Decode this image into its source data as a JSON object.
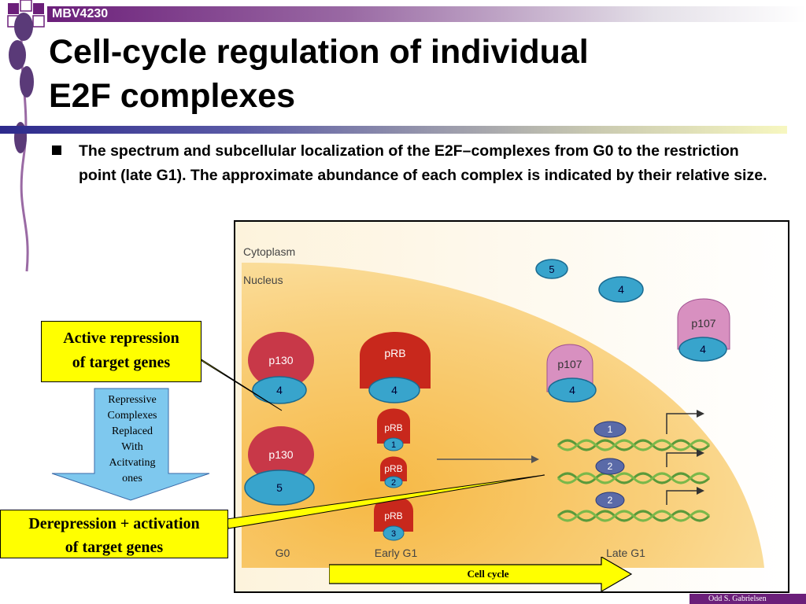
{
  "header": {
    "course_code": "MBV4230",
    "title_line1": "Cell-cycle regulation of individual",
    "title_line2": "E2F complexes"
  },
  "body": {
    "bullet_text": "The spectrum and subcellular localization of the E2F–complexes from G0 to the restriction point (late G1). The approximate abundance of each complex is indicated by their relative size."
  },
  "figure": {
    "cytoplasm_label": "Cytoplasm",
    "nucleus_label": "Nucleus",
    "phase_labels": [
      "G0",
      "Early G1",
      "Late G1"
    ],
    "proteins": {
      "p130": "p130",
      "prb": "pRB",
      "p107": "p107"
    },
    "e2f_numbers": {
      "n1": "1",
      "n2": "2",
      "n3": "3",
      "n4": "4",
      "n5": "5"
    }
  },
  "callouts": {
    "active_line1": "Active repression",
    "active_line2": "of target genes",
    "arrow_text": [
      "Repressive",
      "Complexes",
      "Replaced",
      "With",
      "Acitvating",
      "ones"
    ],
    "derep_line1": "Derepression + activation",
    "derep_line2": "of target genes"
  },
  "cell_cycle_label": "Cell cycle",
  "footer": {
    "author": "Odd S. Gabrielsen"
  },
  "colors": {
    "purple": "#6b1f7a",
    "navy": "#2d2a8c",
    "callout_yellow": "#ffff00",
    "nucleus_peach": "#f7c66a",
    "e2f_blue": "#38a4cc",
    "p130_red": "#c83848",
    "prb_red": "#c8281c",
    "p107_pink": "#d890c0"
  }
}
